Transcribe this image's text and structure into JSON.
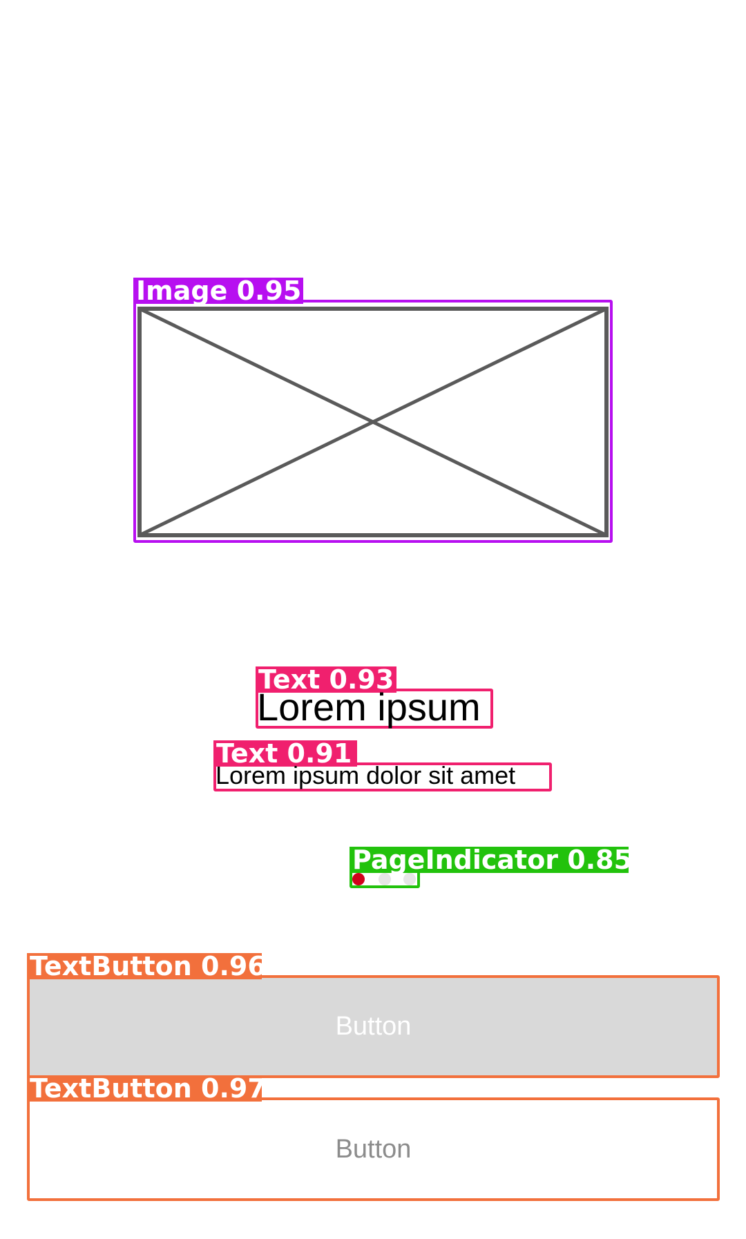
{
  "detections": {
    "image": {
      "label": "Image 0.95"
    },
    "title_text": {
      "label": "Text 0.93",
      "content": "Lorem ipsum"
    },
    "subtitle_text": {
      "label": "Text 0.91",
      "content": "Lorem ipsum dolor sit amet"
    },
    "page_indicator": {
      "label": "PageIndicator 0.85",
      "page_count": 3,
      "active_index": 0
    },
    "primary_button": {
      "label": "TextButton 0.96",
      "text": "Button"
    },
    "secondary_button": {
      "label": "TextButton 0.97",
      "text": "Button"
    }
  },
  "colors": {
    "image_box": "#b70ff0",
    "text_box": "#f0206e",
    "indicator_box": "#22c20c",
    "button_box": "#f2703c",
    "active_dot": "#d0021b",
    "inactive_dot": "#e6e6e6",
    "primary_button_fill": "#d9d9d9"
  }
}
